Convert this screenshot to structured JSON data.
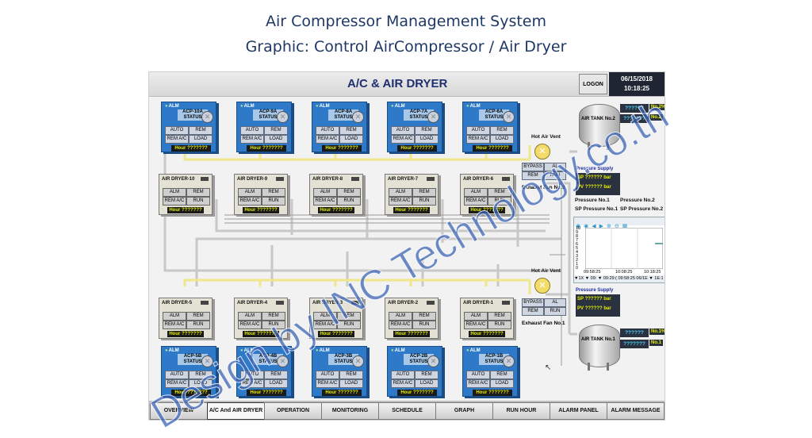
{
  "titles": {
    "line1": "Air Compressor Management System",
    "line2": "Graphic: Control AirCompressor / Air Dryer"
  },
  "header": {
    "title": "A/C & AIR DRYER",
    "logon": "LOGON",
    "date": "06/15/2018",
    "time": "10:18:25"
  },
  "compressor_labels": {
    "alm": "ALM",
    "status": "STATUS",
    "auto": "AUTO",
    "rem": "REM",
    "rem_ac": "REM A/C",
    "load": "LOAD",
    "hour": "Hour ???????"
  },
  "dryer_labels": {
    "alm": "ALM",
    "rem": "REM",
    "rem_ac": "REM A/C",
    "run": "RUN",
    "hour": "Hour ???????"
  },
  "compressors_top": [
    "ACP-10A",
    "ACP-9A",
    "ACP-8A",
    "ACP-7A",
    "ACP-6A"
  ],
  "dryers_top": [
    "AIR DRYER-10",
    "AIR DRYER-9",
    "AIR DRYER-8",
    "AIR DRYER-7",
    "AIR DRYER-6"
  ],
  "dryers_bottom": [
    "AIR DRYER-5",
    "AIR DRYER-4",
    "AIR DRYER-3",
    "AIR DRYER-2",
    "AIR DRYER-1"
  ],
  "compressors_bottom": [
    "ACP-5B",
    "ACP-4B",
    "ACP-3B",
    "ACP-2B",
    "ACP-1B"
  ],
  "vents": {
    "hot_air_vent": "Hot Air Vent",
    "bypass": "BYPASS",
    "al": "AL",
    "rem": "REM",
    "run": "RUN",
    "exhaust2": "Exhaust Fan No.2",
    "exhaust1": "Exhaust Fan No.1"
  },
  "tanks": {
    "tank2": "AIR TANK No.2",
    "tank1": "AIR TANK No.1",
    "value": "??????",
    "value2": "???????",
    "unit_pct": "No.2%",
    "unit_pct1": "No.1%",
    "unit_bar": "No.2",
    "unit_bar1": "No.1"
  },
  "pressure": {
    "supply": "Pressure Supply",
    "sp": "SP",
    "pv": "PV",
    "val": "??????",
    "unit": "bar",
    "no1": "Pressure No.1",
    "no2": "Pressure No.2",
    "sp1": "SP Pressure No.1",
    "sp2": "SP Pressure No.2"
  },
  "trend": {
    "y_ticks": [
      "10",
      "9",
      "8",
      "7",
      "6",
      "5",
      "4",
      "3",
      "2",
      "1",
      "0"
    ],
    "x_ticks": [
      "09:58:25",
      "10:08:25",
      "10:18:25"
    ],
    "bottom": "▼1X ▼ 09: ▼ 09:29:( 09:58:25 06/1E ▼ 1E:1 ▼"
  },
  "nav": [
    "OVERVIEW",
    "A/C And AIR DRYER",
    "OPERATION",
    "MONITORING",
    "SCHEDULE",
    "GRAPH",
    "RUN HOUR",
    "ALARM PANEL",
    "ALARM MESSAGE"
  ],
  "watermark": "Design by INC Technology.co.th"
}
